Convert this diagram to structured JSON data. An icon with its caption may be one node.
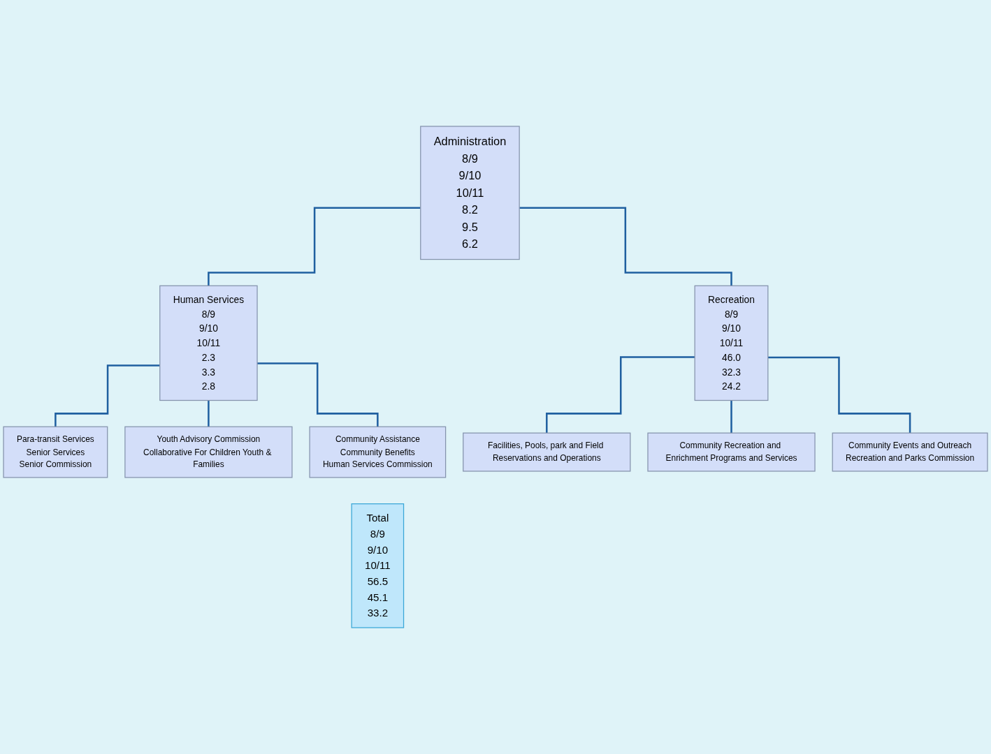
{
  "diagram": {
    "nodes": [
      {
        "text": [
          "Administration",
          "8/9",
          "9/10",
          "10/11",
          "8.2",
          "9.5",
          "6.2"
        ]
      },
      {
        "text": [
          "Human Services",
          "8/9",
          "9/10",
          "10/11",
          "2.3",
          "3.3",
          "2.8"
        ]
      },
      {
        "text": [
          "Recreation",
          "8/9",
          "9/10",
          "10/11",
          "46.0",
          "32.3",
          "24.2"
        ]
      },
      {
        "text": [
          "Para-transit Services",
          "Senior Services",
          "Senior Commission"
        ]
      },
      {
        "text": [
          "Youth Advisory Commission",
          "Collaborative For Children Youth & Families"
        ]
      },
      {
        "text": [
          "Community Assistance",
          "Community Benefits",
          "Human Services Commission"
        ]
      },
      {
        "text": [
          "Facilities, Pools, park and Field Reservations and Operations"
        ]
      },
      {
        "text": [
          "Community Recreation and Enrichment Programs and Services"
        ]
      },
      {
        "text": [
          "Community Events and Outreach",
          "Recreation and Parks Commission"
        ]
      },
      {
        "text": [
          "Total",
          "8/9",
          "9/10",
          "10/11",
          "56.5",
          "45.1",
          "33.2"
        ]
      }
    ],
    "edges": [
      {
        "from": 0,
        "to": 1,
        "arrow": "none"
      },
      {
        "from": 0,
        "to": 2,
        "arrow": "none"
      },
      {
        "from": 1,
        "to": 3,
        "arrow": "none"
      },
      {
        "from": 1,
        "to": 4,
        "arrow": "none"
      },
      {
        "from": 1,
        "to": 5,
        "arrow": "none"
      },
      {
        "from": 2,
        "to": 6,
        "arrow": "none"
      },
      {
        "from": 2,
        "to": 7,
        "arrow": "none"
      },
      {
        "from": 2,
        "to": 8,
        "arrow": "none"
      }
    ]
  }
}
